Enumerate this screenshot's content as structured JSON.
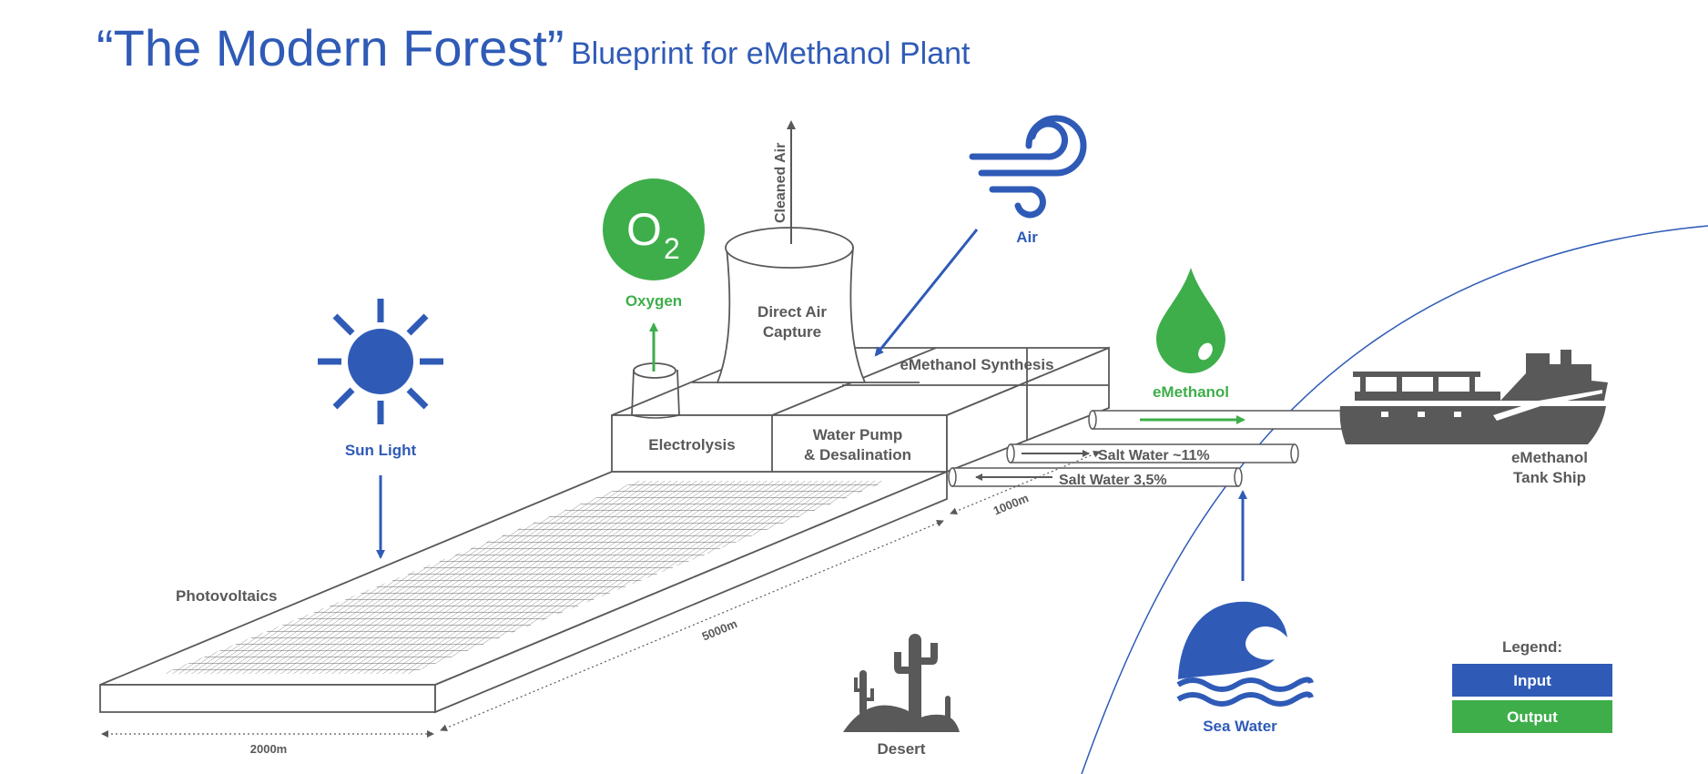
{
  "header": {
    "title": "“The Modern Forest”",
    "subtitle": "Blueprint for eMethanol Plant"
  },
  "inputs": {
    "sun": "Sun Light",
    "air": "Air",
    "sea": "Sea Water"
  },
  "outputs": {
    "oxygen": "Oxygen",
    "o2_symbol": "O",
    "o2_subscript": "2",
    "emethanol": "eMethanol",
    "cleaned_air": "Cleaned Air"
  },
  "units": {
    "dac_line1": "Direct Air",
    "dac_line2": "Capture",
    "synthesis": "eMethanol Synthesis",
    "electrolysis": "Electrolysis",
    "pump_line1": "Water Pump",
    "pump_line2": "& Desalination",
    "pv": "Photovoltaics"
  },
  "pipes": {
    "salt_out": "Salt Water ~11%",
    "salt_in": "Salt Water 3,5%"
  },
  "dimensions": {
    "width_pv": "2000m",
    "length_pv": "5000m",
    "width_plant": "1000m"
  },
  "places": {
    "desert": "Desert",
    "ship_line1": "eMethanol",
    "ship_line2": "Tank Ship"
  },
  "legend": {
    "title": "Legend:",
    "input": "Input",
    "output": "Output"
  },
  "colors": {
    "input": "#2f5bb7",
    "output": "#3eae4a",
    "structure": "#595959"
  }
}
